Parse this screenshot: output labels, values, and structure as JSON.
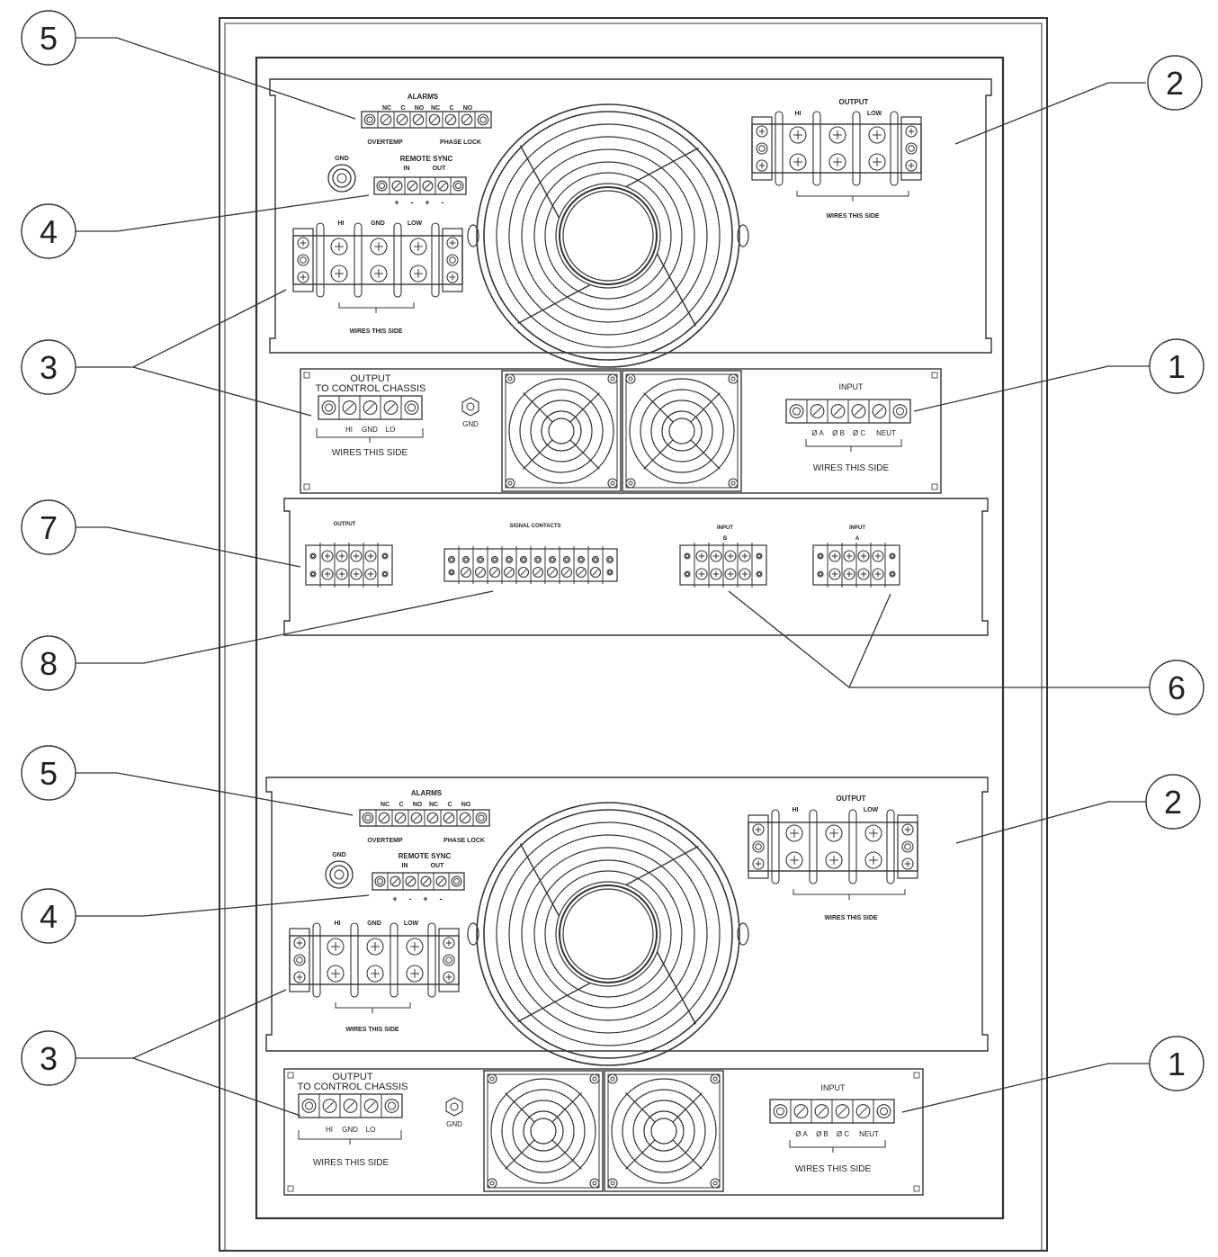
{
  "callouts": [
    {
      "num": "5",
      "side": "left"
    },
    {
      "num": "2",
      "side": "right"
    },
    {
      "num": "4",
      "side": "left"
    },
    {
      "num": "3",
      "side": "left"
    },
    {
      "num": "1",
      "side": "right"
    },
    {
      "num": "7",
      "side": "left"
    },
    {
      "num": "8",
      "side": "left"
    },
    {
      "num": "6",
      "side": "right"
    },
    {
      "num": "5",
      "side": "left"
    },
    {
      "num": "2",
      "side": "right"
    },
    {
      "num": "4",
      "side": "left"
    },
    {
      "num": "3",
      "side": "left"
    },
    {
      "num": "1",
      "side": "right"
    }
  ],
  "amp": {
    "alarms_title": "ALARMS",
    "alarm_pins": [
      "NC",
      "C",
      "NO",
      "NC",
      "C",
      "NO"
    ],
    "overtemp": "OVERTEMP",
    "phase_lock": "PHASE LOCK",
    "gnd": "GND",
    "remote_sync": "REMOTE SYNC",
    "sync_in": "IN",
    "sync_out": "OUT",
    "sync_signs": [
      "+",
      "-",
      "+",
      "-"
    ],
    "in_hi": "HI",
    "in_gnd": "GND",
    "in_low": "LOW",
    "output_title": "OUTPUT",
    "out_hi": "HI",
    "out_low": "LOW",
    "wires": "WIRES THIS SIDE"
  },
  "ps": {
    "out_line1": "OUTPUT",
    "out_line2": "TO CONTROL CHASSIS",
    "out_terms": [
      "HI",
      "GND",
      "LO"
    ],
    "gnd": "GND",
    "input_title": "INPUT",
    "in_terms": [
      "Ø A",
      "Ø B",
      "Ø C",
      "NEUT"
    ],
    "wires": "WIRES THIS SIDE"
  },
  "ctrl": {
    "output": "OUTPUT",
    "signal_contacts": "SIGNAL CONTACTS",
    "input_b": "INPUT",
    "input_b_sub": "B",
    "input_a": "INPUT",
    "input_a_sub": "A"
  }
}
